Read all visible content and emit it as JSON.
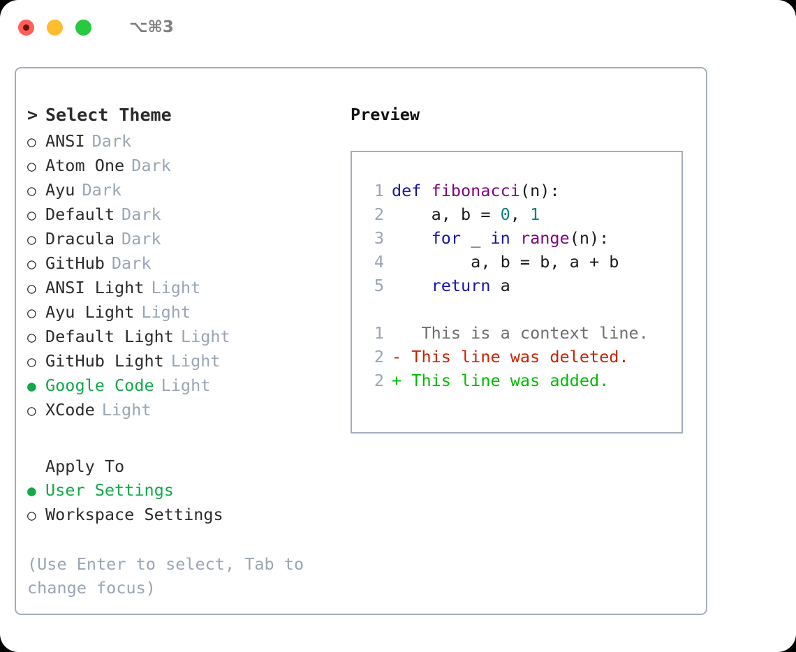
{
  "window": {
    "shortcut": "⌥⌘3",
    "traffic_lights": [
      {
        "name": "close-button",
        "color": "#ff5f57"
      },
      {
        "name": "minimize-button",
        "color": "#febc2e"
      },
      {
        "name": "maximize-button",
        "color": "#28c840"
      }
    ]
  },
  "theme_picker": {
    "heading_prefix": ">",
    "heading": "Select Theme",
    "bullet_off": "○",
    "bullet_on": "●",
    "items": [
      {
        "label": "ANSI",
        "tag": "Dark",
        "selected": false
      },
      {
        "label": "Atom One",
        "tag": "Dark",
        "selected": false
      },
      {
        "label": "Ayu",
        "tag": "Dark",
        "selected": false
      },
      {
        "label": "Default",
        "tag": "Dark",
        "selected": false
      },
      {
        "label": "Dracula",
        "tag": "Dark",
        "selected": false
      },
      {
        "label": "GitHub",
        "tag": "Dark",
        "selected": false
      },
      {
        "label": "ANSI Light",
        "tag": "Light",
        "selected": false
      },
      {
        "label": "Ayu Light",
        "tag": "Light",
        "selected": false
      },
      {
        "label": "Default Light",
        "tag": "Light",
        "selected": false
      },
      {
        "label": "GitHub Light",
        "tag": "Light",
        "selected": false
      },
      {
        "label": "Google Code",
        "tag": "Light",
        "selected": true
      },
      {
        "label": "XCode",
        "tag": "Light",
        "selected": false
      }
    ]
  },
  "apply_to": {
    "heading": "Apply To",
    "items": [
      {
        "label": "User Settings",
        "selected": true
      },
      {
        "label": "Workspace Settings",
        "selected": false
      }
    ]
  },
  "hint": "(Use Enter to select, Tab to change focus)",
  "preview": {
    "title": "Preview",
    "code_lines": [
      {
        "number": "1",
        "tokens": [
          {
            "text": "def ",
            "kind": "kw"
          },
          {
            "text": "fibonacci",
            "kind": "fn"
          },
          {
            "text": "(n):",
            "kind": "plain"
          }
        ]
      },
      {
        "number": "2",
        "tokens": [
          {
            "text": "    a, b = ",
            "kind": "plain"
          },
          {
            "text": "0",
            "kind": "num"
          },
          {
            "text": ", ",
            "kind": "plain"
          },
          {
            "text": "1",
            "kind": "num"
          }
        ]
      },
      {
        "number": "3",
        "tokens": [
          {
            "text": "    ",
            "kind": "plain"
          },
          {
            "text": "for",
            "kind": "kw"
          },
          {
            "text": " _ ",
            "kind": "plain"
          },
          {
            "text": "in",
            "kind": "kw"
          },
          {
            "text": " ",
            "kind": "plain"
          },
          {
            "text": "range",
            "kind": "fn"
          },
          {
            "text": "(n):",
            "kind": "plain"
          }
        ]
      },
      {
        "number": "4",
        "tokens": [
          {
            "text": "        a, b = b, a + b",
            "kind": "plain"
          }
        ]
      },
      {
        "number": "5",
        "tokens": [
          {
            "text": "    ",
            "kind": "plain"
          },
          {
            "text": "return",
            "kind": "kw"
          },
          {
            "text": " a",
            "kind": "plain"
          }
        ]
      }
    ],
    "diff_lines": [
      {
        "number": "1",
        "marker": " ",
        "text": "  This is a context line.",
        "kind": "ctx"
      },
      {
        "number": "2",
        "marker": "-",
        "text": " This line was deleted.",
        "kind": "del"
      },
      {
        "number": "2",
        "marker": "+",
        "text": " This line was added.",
        "kind": "add"
      }
    ]
  },
  "colors": {
    "accent_green": "#12a84a",
    "muted": "#9aa5b4",
    "border": "#a3adbd",
    "keyword": "#1515a8",
    "function": "#7d027d",
    "number": "#0e7f7f",
    "diff_deleted": "#cc2200",
    "diff_added": "#00bb00"
  }
}
